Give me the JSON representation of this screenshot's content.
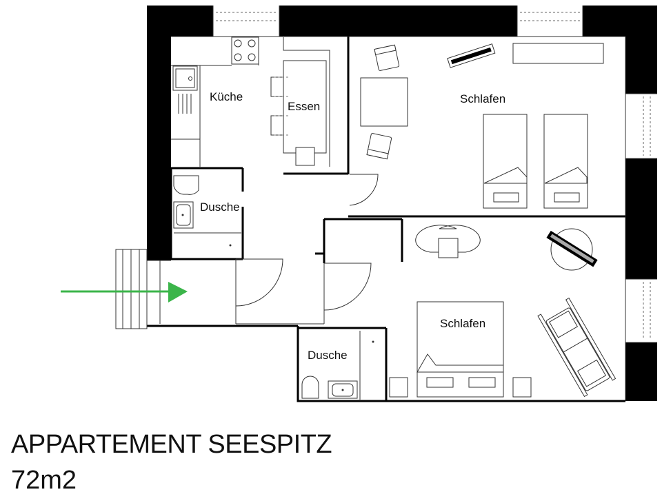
{
  "rooms": {
    "kitchen": "Küche",
    "dining": "Essen",
    "bedroom_top": "Schlafen",
    "shower_left": "Dusche",
    "bedroom_bottom": "Schlafen",
    "shower_bottom": "Dusche"
  },
  "title": "APPARTEMENT SEESPITZ",
  "area": "72m2",
  "colors": {
    "wall": "#000000",
    "entry_arrow": "#3bb54a",
    "furniture_stroke": "#333333"
  },
  "icons": {
    "entry": "entrance-arrow-icon"
  }
}
